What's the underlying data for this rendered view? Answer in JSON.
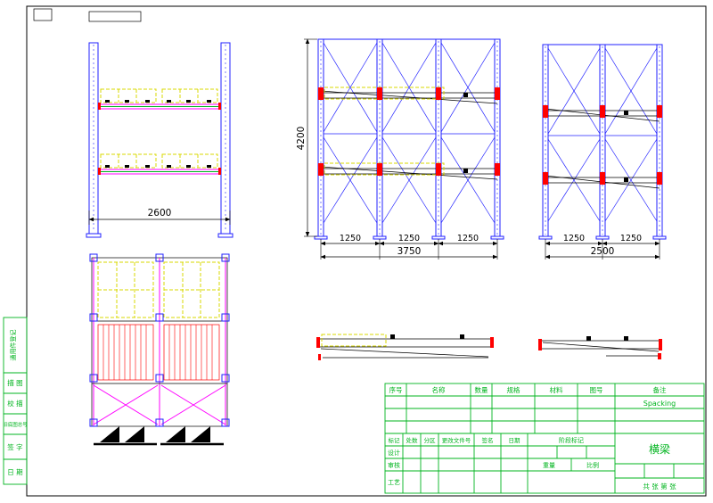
{
  "sheet": {
    "background": "#ffffff",
    "frame_color": "#000000"
  },
  "colors": {
    "frame_blue": "#2020ff",
    "beam_magenta": "#ff00ff",
    "pallet_yellow": "#d9d900",
    "connector_red": "#ff0000",
    "titleblock_green": "#00b41e",
    "line_black": "#000000"
  },
  "dimensions": {
    "front_width": "2600",
    "frame_height": "4200",
    "bay_pitch_1": "1250",
    "bay_pitch_2": "1250",
    "bay_pitch_3": "1250",
    "center_total": "3750",
    "right_bay_1": "1250",
    "right_bay_2": "1250",
    "right_total": "2500"
  },
  "left_margin": {
    "register": "通用件登记",
    "row_trace": "描 图",
    "row_check": "校 描",
    "row_old_no": "旧底图总号",
    "row_sign": "签 字",
    "row_date": "日 期"
  },
  "title_block": {
    "bom": {
      "col_no": "序号",
      "col_name": "名称",
      "col_qty": "数量",
      "col_spec": "规格",
      "col_material": "材料",
      "col_code": "图号",
      "col_remark": "备注",
      "remark_value": "Spacking"
    },
    "revision": {
      "mark": "标记",
      "count": "处数",
      "zone": "分区",
      "change_file": "更改文件号",
      "signature": "签名",
      "date": "日期"
    },
    "roles": {
      "design": "设计",
      "review": "审核",
      "process": "工艺"
    },
    "stage": {
      "label": "阶段标记",
      "weight": "重量",
      "scale": "比例"
    },
    "part_name": "横梁",
    "sheet_note": "共 张 第 张"
  }
}
